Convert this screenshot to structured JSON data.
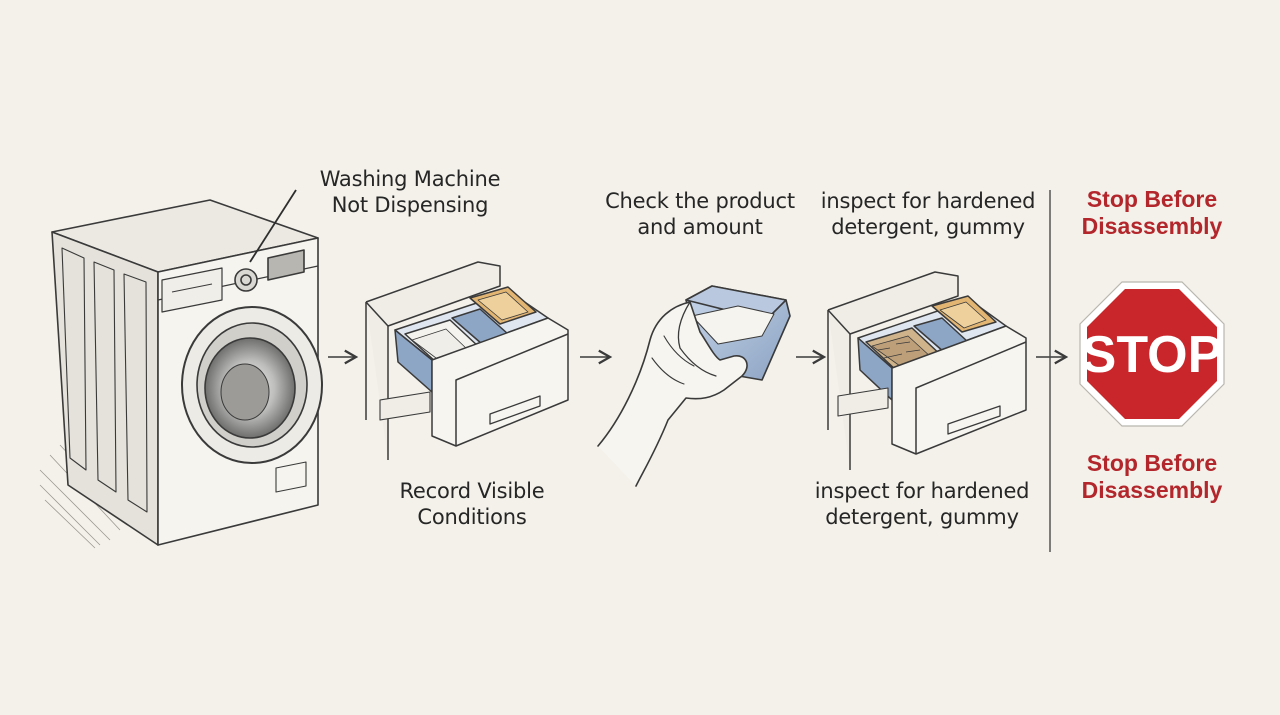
{
  "steps": {
    "machine": {
      "line1": "Washing Machine",
      "line2": "Not Dispensing",
      "icon": "washing-machine-icon"
    },
    "record": {
      "line1": "Record Visible",
      "line2": "Conditions",
      "icon": "detergent-drawer-icon"
    },
    "product": {
      "line1": "Check the product",
      "line2": "and amount",
      "icon": "detergent-cup-in-hand-icon"
    },
    "inspect_top": {
      "line1": "inspect for hardened",
      "line2": "detergent, gummy"
    },
    "inspect_bottom": {
      "line1": "inspect for hardened",
      "line2": "detergent, gummy",
      "icon": "residue-drawer-icon"
    },
    "stop_top": {
      "line1": "Stop Before",
      "line2": "Disassembly"
    },
    "stop_bottom": {
      "line1": "Stop Before",
      "line2": "Disassembly"
    }
  },
  "stop_sign": {
    "text": "STOP",
    "icon": "stop-sign-icon",
    "color": "#c8262b"
  },
  "arrow_icon": "arrow-right-icon",
  "colors": {
    "background": "#f3f1ea",
    "ink": "#3a3a3a",
    "accent_red": "#b3262b",
    "drawer_blue": "#8ea6c6",
    "drawer_amber": "#e2b573"
  }
}
